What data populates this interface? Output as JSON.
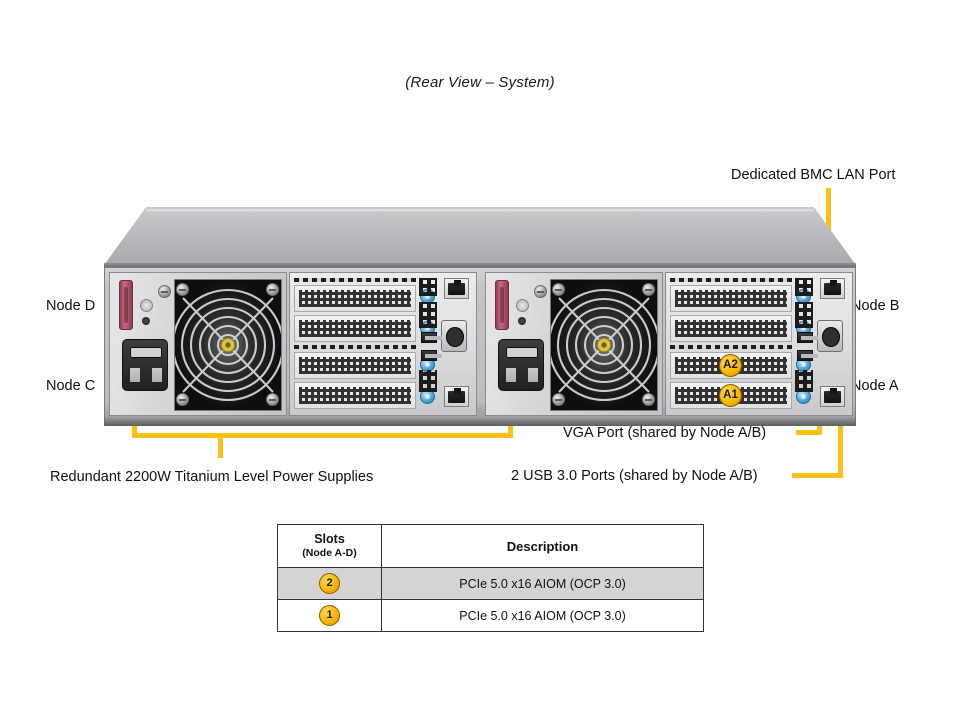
{
  "title": "(Rear View – System)",
  "colors": {
    "leader": "#FBBF15",
    "badge": "#F5B400",
    "badge_border": "#8A5D00",
    "chassis_face": "#C3C4C6",
    "chassis_lid": "#B9BABD",
    "thumbscrew": "#4AA3D8",
    "psu_handle": "#C56A80",
    "table_shade": "#D4D4D4"
  },
  "callouts": {
    "bmc": "Dedicated BMC LAN Port",
    "vga": "VGA Port (shared by Node A/B)",
    "usb": "2 USB 3.0 Ports (shared by Node A/B)",
    "psu": "Redundant 2200W Titanium Level Power Supplies"
  },
  "nodes": {
    "d": "Node D",
    "c": "Node C",
    "b": "Node B",
    "a": "Node A"
  },
  "slot_badges": {
    "a2": "A2",
    "a1": "A1"
  },
  "table": {
    "header": {
      "slots_line1": "Slots",
      "slots_line2": "(Node A-D)",
      "description": "Description"
    },
    "rows": [
      {
        "slot": "2",
        "description": "PCIe 5.0 x16 AIOM (OCP 3.0)"
      },
      {
        "slot": "1",
        "description": "PCIe 5.0 x16 AIOM (OCP 3.0)"
      }
    ]
  }
}
